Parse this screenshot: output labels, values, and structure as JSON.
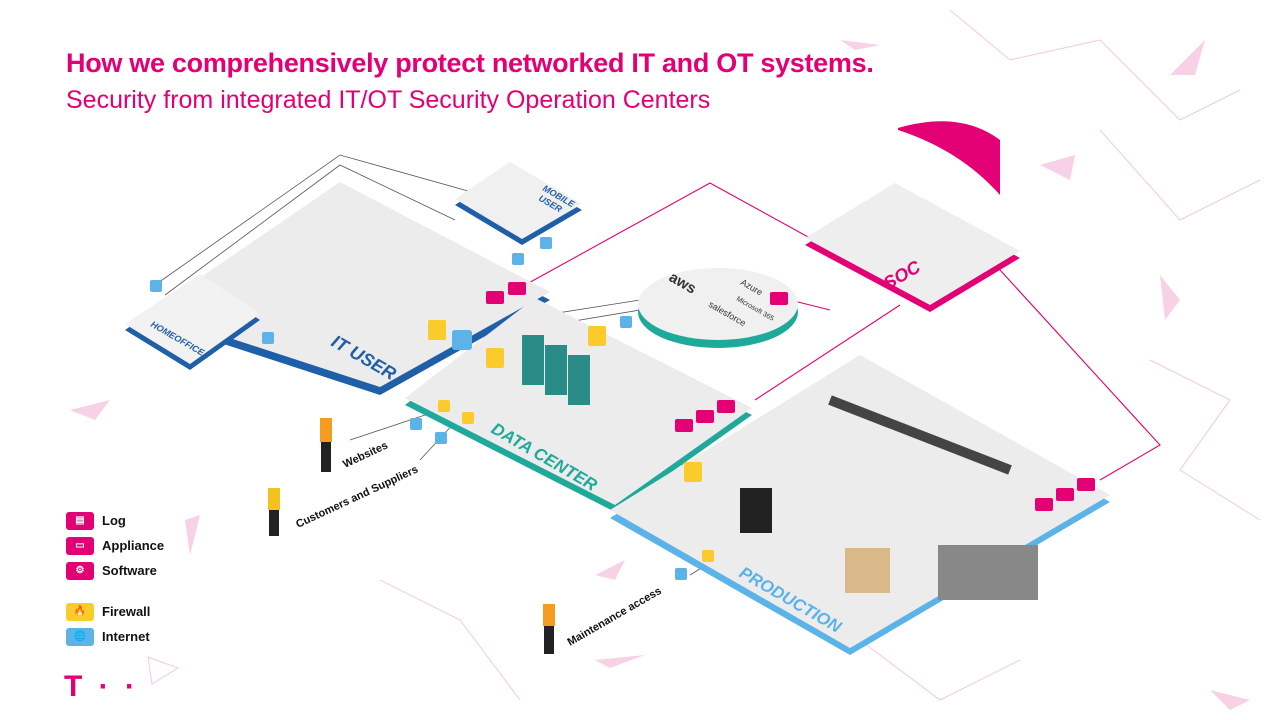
{
  "header": {
    "title": "How we comprehensively protect networked IT and OT systems.",
    "subtitle": "Security from integrated IT/OT Security Operation Centers"
  },
  "zones": {
    "it_user": "IT USER",
    "homeoffice": "HOMEOFFICE",
    "mobile_user_1": "MOBILE",
    "mobile_user_2": "USER",
    "soc": "SOC",
    "data_center": "DATA CENTER",
    "production": "PRODUCTION"
  },
  "cloud": {
    "aws": "aws",
    "azure": "Azure",
    "microsoft": "Microsoft 365",
    "salesforce": "salesforce"
  },
  "external": {
    "websites": "Websites",
    "customers": "Customers and Suppliers",
    "maintenance": "Maintenance access"
  },
  "legend": [
    {
      "label": "Log",
      "icon": "log-icon",
      "color": "#e20074"
    },
    {
      "label": "Appliance",
      "icon": "appliance-icon",
      "color": "#e20074"
    },
    {
      "label": "Software",
      "icon": "software-icon",
      "color": "#e20074"
    },
    {
      "label": "Firewall",
      "icon": "firewall-icon",
      "color": "#fbcb2b"
    },
    {
      "label": "Internet",
      "icon": "internet-icon",
      "color": "#5bb3e8"
    }
  ],
  "logo": "T · ·",
  "colors": {
    "magenta": "#e20074",
    "teal": "#1fa99a",
    "blue": "#3d9be0",
    "navy": "#1e5fa8"
  }
}
